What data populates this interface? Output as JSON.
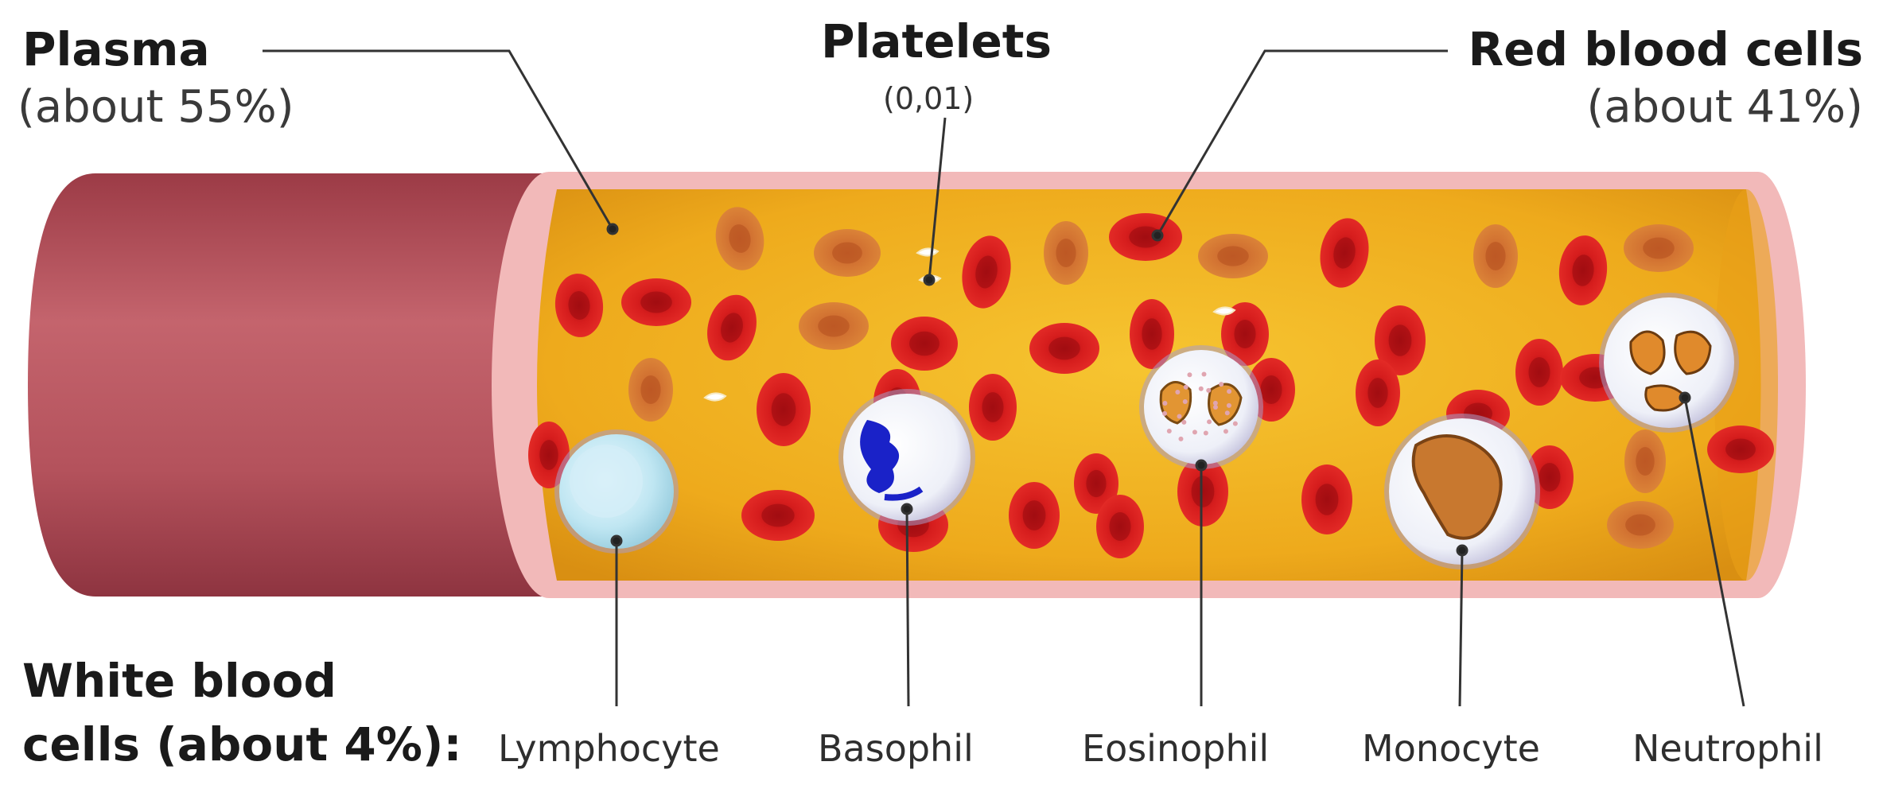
{
  "diagram": {
    "plasma": {
      "title": "Plasma",
      "detail": "(about 55%)"
    },
    "platelets": {
      "title": "Platelets",
      "detail": "(0,01)"
    },
    "red_blood_cells": {
      "title": "Red blood cells",
      "detail": "(about 41%)"
    },
    "white_blood_cells": {
      "title_line1": "White blood",
      "title_line2": "cells (about 4%):",
      "types": [
        "Lymphocyte",
        "Basophil",
        "Eosinophil",
        "Monocyte",
        "Neutrophil"
      ]
    },
    "colors": {
      "vessel_wall": "#b5535e",
      "vessel_rim": "#f2b9b9",
      "plasma": "#f0b020",
      "red_cell": "#d91b1b",
      "white_cell": "#f4f4fb"
    }
  }
}
